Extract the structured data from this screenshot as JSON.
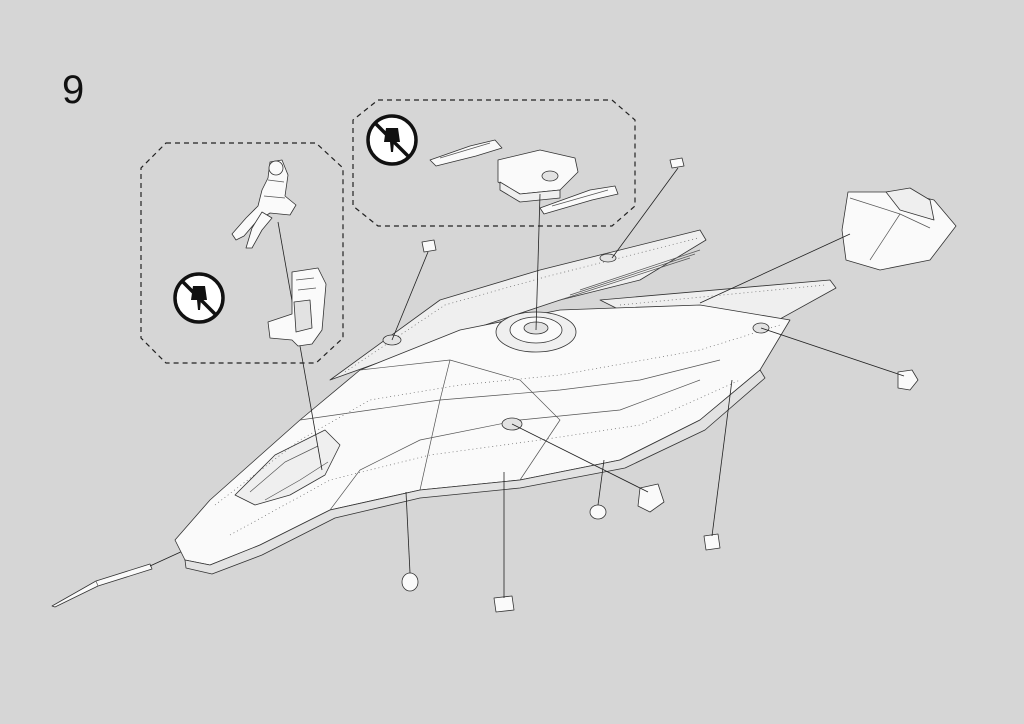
{
  "step": {
    "number": "9"
  },
  "callouts": [
    {
      "name": "crew-seat-group",
      "note_icon": "no-glue-icon"
    },
    {
      "name": "weapons-turret-group",
      "note_icon": "no-glue-icon"
    }
  ],
  "icons": {
    "no_glue": "no-glue-icon"
  },
  "colors": {
    "background": "#d6d6d6",
    "line": "#222222",
    "part_fill": "#fafafa"
  }
}
